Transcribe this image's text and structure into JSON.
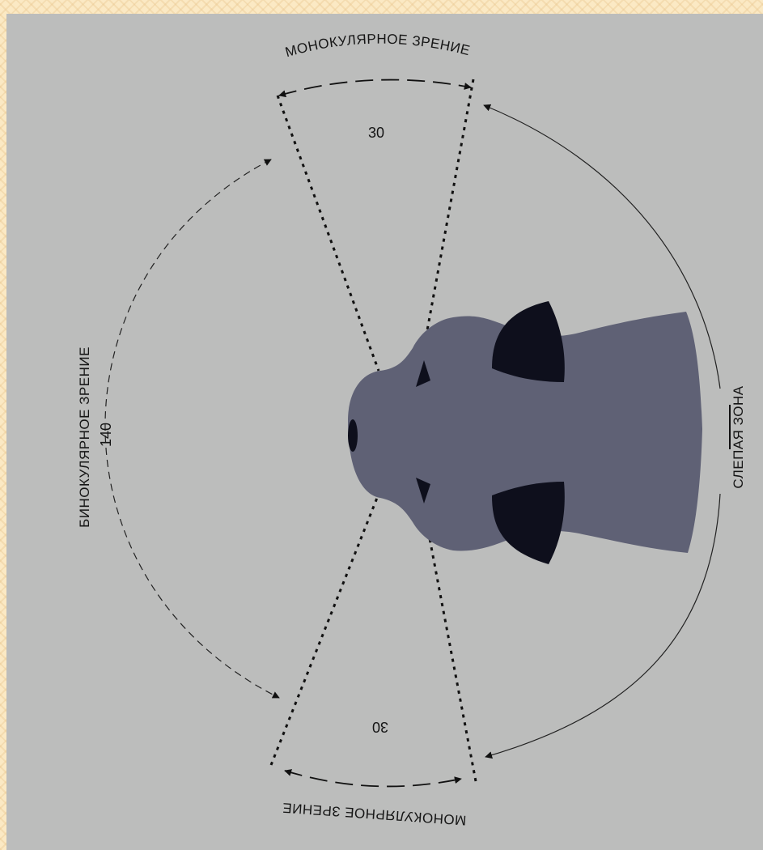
{
  "labels": {
    "mono_top": "МОНОКУЛЯРНОЕ ЗРЕНИЕ",
    "mono_bottom": "МОНОКУЛЯРНОЕ ЗРЕНИЕ",
    "binocular": "БИНОКУЛЯРНОЕ ЗРЕНИЕ",
    "blind": "СЛЕПАЯ ЗОНА",
    "angle_top": "30",
    "angle_bottom": "30",
    "angle_binocular": "140"
  },
  "colors": {
    "background": "#bcbdbc",
    "head": "#5f6175",
    "ears": "#0e0f1c",
    "lines": "#111111"
  }
}
